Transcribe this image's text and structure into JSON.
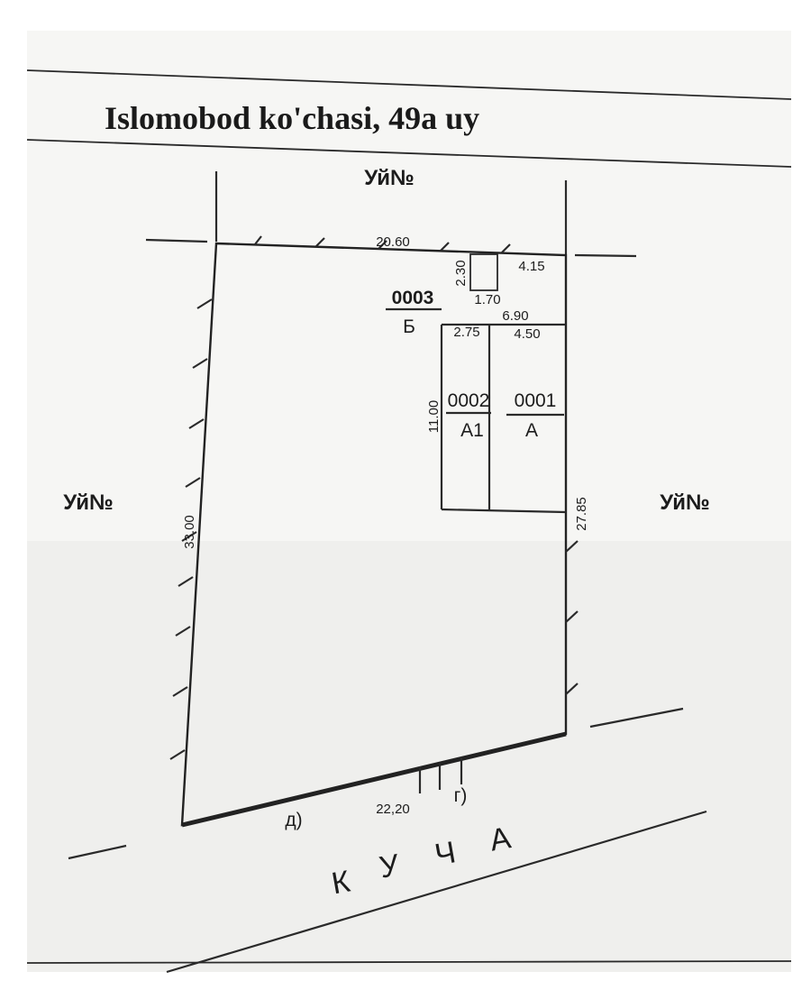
{
  "title": "Islomobod ko'chasi, 49a uy",
  "neighbors": {
    "top": "Уй№",
    "left": "Уй№",
    "right": "Уй№"
  },
  "street_label": [
    "К",
    "У",
    "Ч",
    "А"
  ],
  "dimensions": {
    "top_edge": "20.60",
    "left_edge": "33.00",
    "right_edge": "27.85",
    "bottom_edge": "22,20",
    "small_room_height": "2.30",
    "small_room_width": "1.70",
    "top_right_segment": "4.15",
    "building_width": "6.90",
    "building_depth": "11.00",
    "room_a1_width": "2.75",
    "room_a_width": "4.50"
  },
  "buildings": [
    {
      "number": "0003",
      "letter": "Б"
    },
    {
      "number": "0002",
      "letter": "А1"
    },
    {
      "number": "0001",
      "letter": "А"
    }
  ],
  "gate_marks": {
    "left": "д)",
    "right": "г)"
  }
}
